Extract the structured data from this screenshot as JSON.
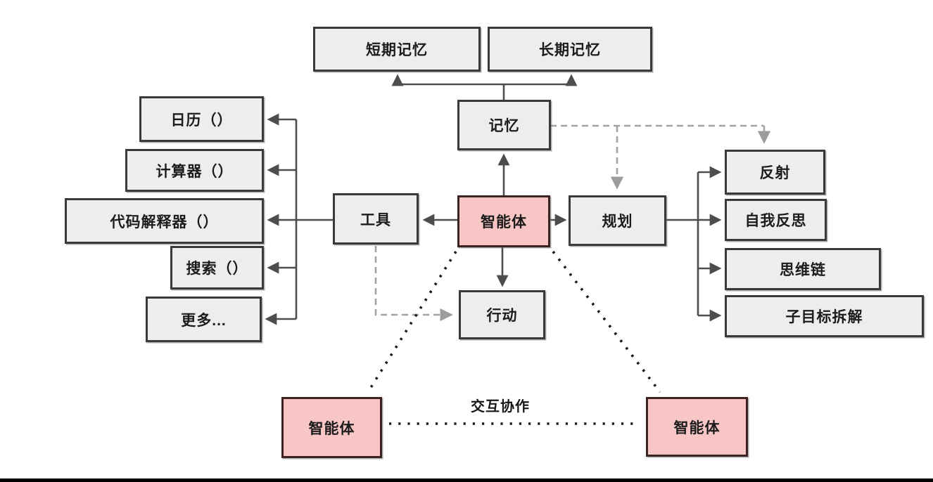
{
  "diagram": {
    "nodes": {
      "short_term_memory": {
        "label": "短期记忆"
      },
      "long_term_memory": {
        "label": "长期记忆"
      },
      "memory": {
        "label": "记忆"
      },
      "agent_center": {
        "label": "智能体"
      },
      "tools": {
        "label": "工具"
      },
      "planning": {
        "label": "规划"
      },
      "action": {
        "label": "行动"
      },
      "calendar": {
        "label": "日历（）"
      },
      "calculator": {
        "label": "计算器（）"
      },
      "code_interpreter": {
        "label": "代码解释器（）"
      },
      "search": {
        "label": "搜索（）"
      },
      "more": {
        "label": "更多..."
      },
      "reflection": {
        "label": "反射"
      },
      "self_reflection": {
        "label": "自我反思"
      },
      "chain_of_thought": {
        "label": "思维链"
      },
      "subgoal_decomposition": {
        "label": "子目标拆解"
      },
      "agent_bottom_left": {
        "label": "智能体"
      },
      "agent_bottom_right": {
        "label": "智能体"
      }
    },
    "edge_labels": {
      "interaction": "交互协作"
    },
    "colors": {
      "node_fill": "#ededed",
      "node_border": "#3a3a3a",
      "agent_fill": "#f9c6c6",
      "agent_border": "#3d2222",
      "connector": "#4d4d4d",
      "dashed_connector": "#a3a3a3",
      "dotted_connector": "#1a1a1a"
    }
  }
}
